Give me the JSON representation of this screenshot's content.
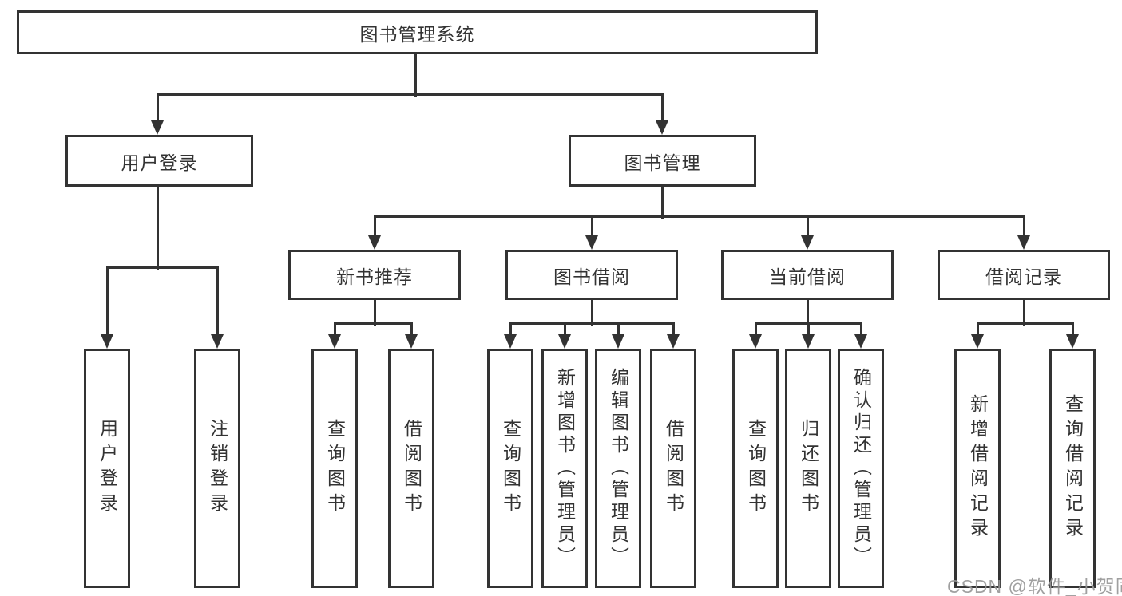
{
  "colors": {
    "line": "#333333",
    "box_border": "#333333",
    "box_fill": "#ffffff",
    "text": "#333333",
    "background": "#ffffff",
    "watermark": "#969696"
  },
  "watermark": {
    "text": "CSDN @软件_小贺同学"
  },
  "tree": {
    "root": {
      "label": "图书管理系统"
    },
    "children": [
      {
        "label": "用户登录",
        "children": [
          {
            "label": "用户登录"
          },
          {
            "label": "注销登录"
          }
        ]
      },
      {
        "label": "图书管理",
        "children": [
          {
            "label": "新书推荐",
            "children": [
              {
                "label": "查询图书"
              },
              {
                "label": "借阅图书"
              }
            ]
          },
          {
            "label": "图书借阅",
            "children": [
              {
                "label": "查询图书"
              },
              {
                "label": "新增图书（管理员）"
              },
              {
                "label": "编辑图书（管理员）"
              },
              {
                "label": "借阅图书"
              }
            ]
          },
          {
            "label": "当前借阅",
            "children": [
              {
                "label": "查询图书"
              },
              {
                "label": "归还图书"
              },
              {
                "label": "确认归还（管理员）"
              }
            ]
          },
          {
            "label": "借阅记录",
            "children": [
              {
                "label": "新增借阅记录"
              },
              {
                "label": "查询借阅记录"
              }
            ]
          }
        ]
      }
    ]
  }
}
